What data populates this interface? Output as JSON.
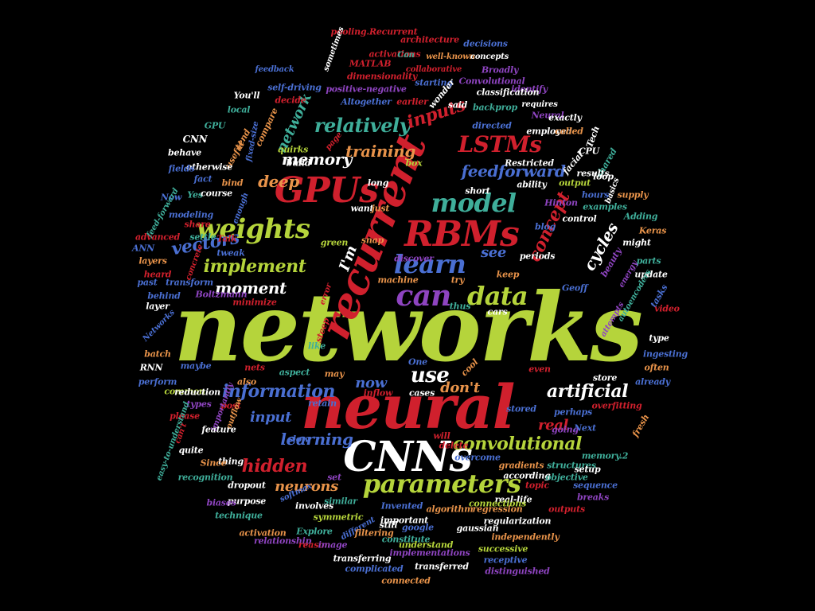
{
  "palette": {
    "background": "#000000",
    "green": "#b5d43b",
    "red": "#d0202d",
    "white": "#ffffff",
    "blue": "#4a6fd2",
    "teal": "#3fae9a",
    "orange": "#e8934a",
    "purple": "#8e44c0",
    "yellow": "#e8c33e"
  },
  "words": [
    "networks",
    "neural",
    "CNNs",
    "recurrent",
    "GPUs",
    "RBMs",
    "parameters",
    "weights",
    "can",
    "model",
    "learn",
    "data",
    "LSTMs",
    "use",
    "artificial",
    "convolutional",
    "information",
    "implement",
    "relatively",
    "training",
    "feedforward",
    "inputs",
    "memory",
    "deep",
    "concept",
    "vectors",
    "hidden",
    "learning",
    "neurons",
    "moment",
    "network",
    "real",
    "input",
    "I'm",
    "see",
    "cycles",
    "now",
    "don't",
    "pooling.Recurrent",
    "architecture",
    "decisions",
    "sometimes",
    "activations",
    "well-known",
    "Can",
    "concepts",
    "feedback",
    "MATLAB",
    "dimensionality",
    "collaborative",
    "Broadly",
    "Convolutional",
    "self-driving",
    "positive-negative",
    "starting",
    "identify",
    "You'll",
    "decide",
    "wonder",
    "classification",
    "local",
    "Altogether",
    "earlier",
    "said",
    "backprop",
    "requires",
    "compare",
    "Neural",
    "GPU",
    "directed",
    "exactly",
    "CNN",
    "fixed-size",
    "page",
    "employed",
    "called",
    "quirks",
    "build",
    "Tech",
    "box",
    "Restricted",
    "facial",
    "CPU",
    "shared",
    "behave",
    "useful",
    "tend",
    "otherwise",
    "results",
    "loop",
    "fields",
    "fact",
    "bind",
    "long",
    "ability",
    "output",
    "basics",
    "Now",
    "Yes",
    "short",
    "hours",
    "supply",
    "feed-forward",
    "course",
    "Hinton",
    "examples",
    "enough",
    "want",
    "just",
    "control",
    "modeling",
    "Adding",
    "advanced",
    "settle",
    "share",
    "Talk",
    "tweak",
    "green",
    "snap",
    "blog",
    "Keras",
    "might",
    "ANN",
    "layers",
    "concrete",
    "heard",
    "discover",
    "periods",
    "beauty",
    "parts",
    "past",
    "transform",
    "machine",
    "keep",
    "energy",
    "update",
    "behind",
    "Boltzmann",
    "error",
    "try",
    "Geoff",
    "autoencoders",
    "layer",
    "minimize",
    "thus",
    "cars",
    "tasks",
    "video",
    "Networks",
    "steep",
    "attempts",
    "type",
    "batch",
    "like",
    "One",
    "ingesting",
    "RNN",
    "maybe",
    "nets",
    "aspect",
    "may",
    "cool",
    "even",
    "often",
    "perform",
    "also",
    "store",
    "already",
    "common",
    "reduction",
    "inflow",
    "types",
    "post",
    "retain",
    "cases",
    "overfitting",
    "please",
    "can't",
    "importantly",
    "outflow",
    "stored",
    "perhaps",
    "feature",
    "fresh",
    "easy-to-understand",
    "slow",
    "will",
    "going",
    "Next",
    "quite",
    "thing",
    "delete",
    "overcome",
    "memory.2",
    "Since",
    "recognition",
    "set",
    "gradients",
    "structures",
    "dropout",
    "according",
    "setup",
    "objective",
    "sequence",
    "purpose",
    "softmax",
    "topic",
    "breaks",
    "biases",
    "involves",
    "similar",
    "real-life",
    "Invented",
    "algorithm",
    "connections",
    "regression",
    "outputs",
    "technique",
    "symmetric",
    "important",
    "google",
    "still",
    "activation",
    "Explore",
    "relationship",
    "reason",
    "different",
    "constitute",
    "gaussian",
    "filtering",
    "regularization",
    "image",
    "understand",
    "independently",
    "successive",
    "receptive",
    "implementations",
    "transferring",
    "transferred",
    "complicated",
    "distinguished",
    "connected"
  ]
}
